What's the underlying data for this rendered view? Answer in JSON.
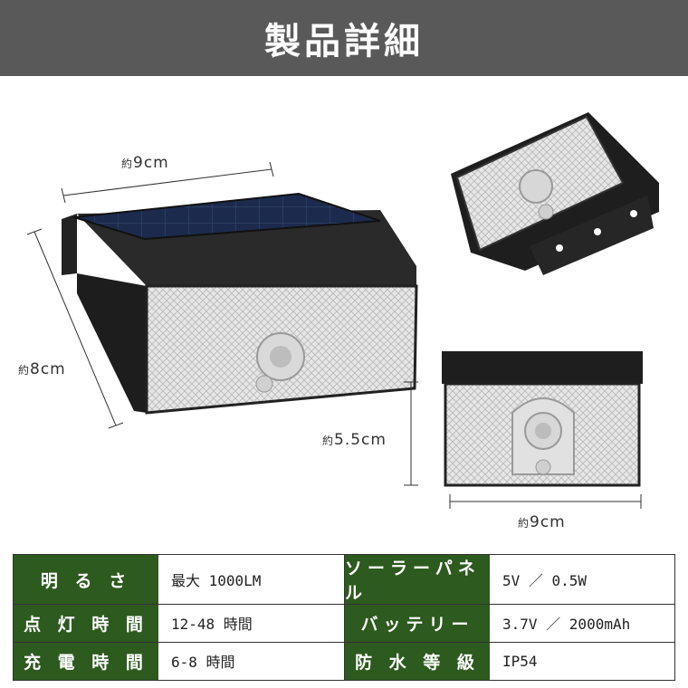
{
  "header": {
    "title": "製品詳細"
  },
  "dimensions": {
    "main_width": {
      "prefix": "約",
      "value": "9cm"
    },
    "main_height": {
      "prefix": "約",
      "value": "8cm"
    },
    "front_height": {
      "prefix": "約",
      "value": "5.5cm"
    },
    "front_width": {
      "prefix": "約",
      "value": "9cm"
    }
  },
  "specs": [
    {
      "label": "明 る さ",
      "value": "最大 1000LM",
      "label2": "ソーラーパネル",
      "value2": "5V ／ 0.5W"
    },
    {
      "label": "点 灯 時 間",
      "value": "12-48 時間",
      "label2": "バッテリー",
      "value2": "3.7V ／ 2000mAh"
    },
    {
      "label": "充 電 時 間",
      "value": "6-8 時間",
      "label2": "防 水 等 級",
      "value2": "IP54"
    }
  ],
  "colors": {
    "header_bg": "#595959",
    "label_bg": "#2d5a1f"
  }
}
